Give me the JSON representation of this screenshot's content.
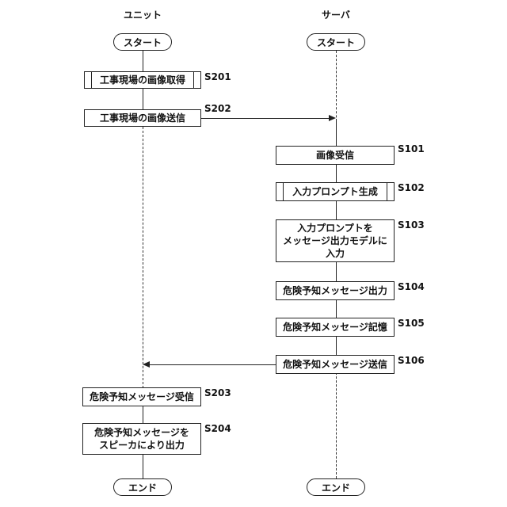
{
  "lanes": {
    "unit": "ユニット",
    "server": "サーバ"
  },
  "terminals": {
    "unit_start": "スタート",
    "server_start": "スタート",
    "unit_end": "エンド",
    "server_end": "エンド"
  },
  "unit_steps": [
    {
      "id": "S201",
      "text": "工事現場の画像取得"
    },
    {
      "id": "S202",
      "text": "工事現場の画像送信"
    },
    {
      "id": "S203",
      "text": "危険予知メッセージ受信"
    },
    {
      "id": "S204",
      "text": "危険予知メッセージを\nスピーカにより出力"
    }
  ],
  "server_steps": [
    {
      "id": "S101",
      "text": "画像受信"
    },
    {
      "id": "S102",
      "text": "入力プロンプト生成"
    },
    {
      "id": "S103",
      "text": "入力プロンプトを\nメッセージ出力モデルに\n入力"
    },
    {
      "id": "S104",
      "text": "危険予知メッセージ出力"
    },
    {
      "id": "S105",
      "text": "危険予知メッセージ記憶"
    },
    {
      "id": "S106",
      "text": "危険予知メッセージ送信"
    }
  ]
}
